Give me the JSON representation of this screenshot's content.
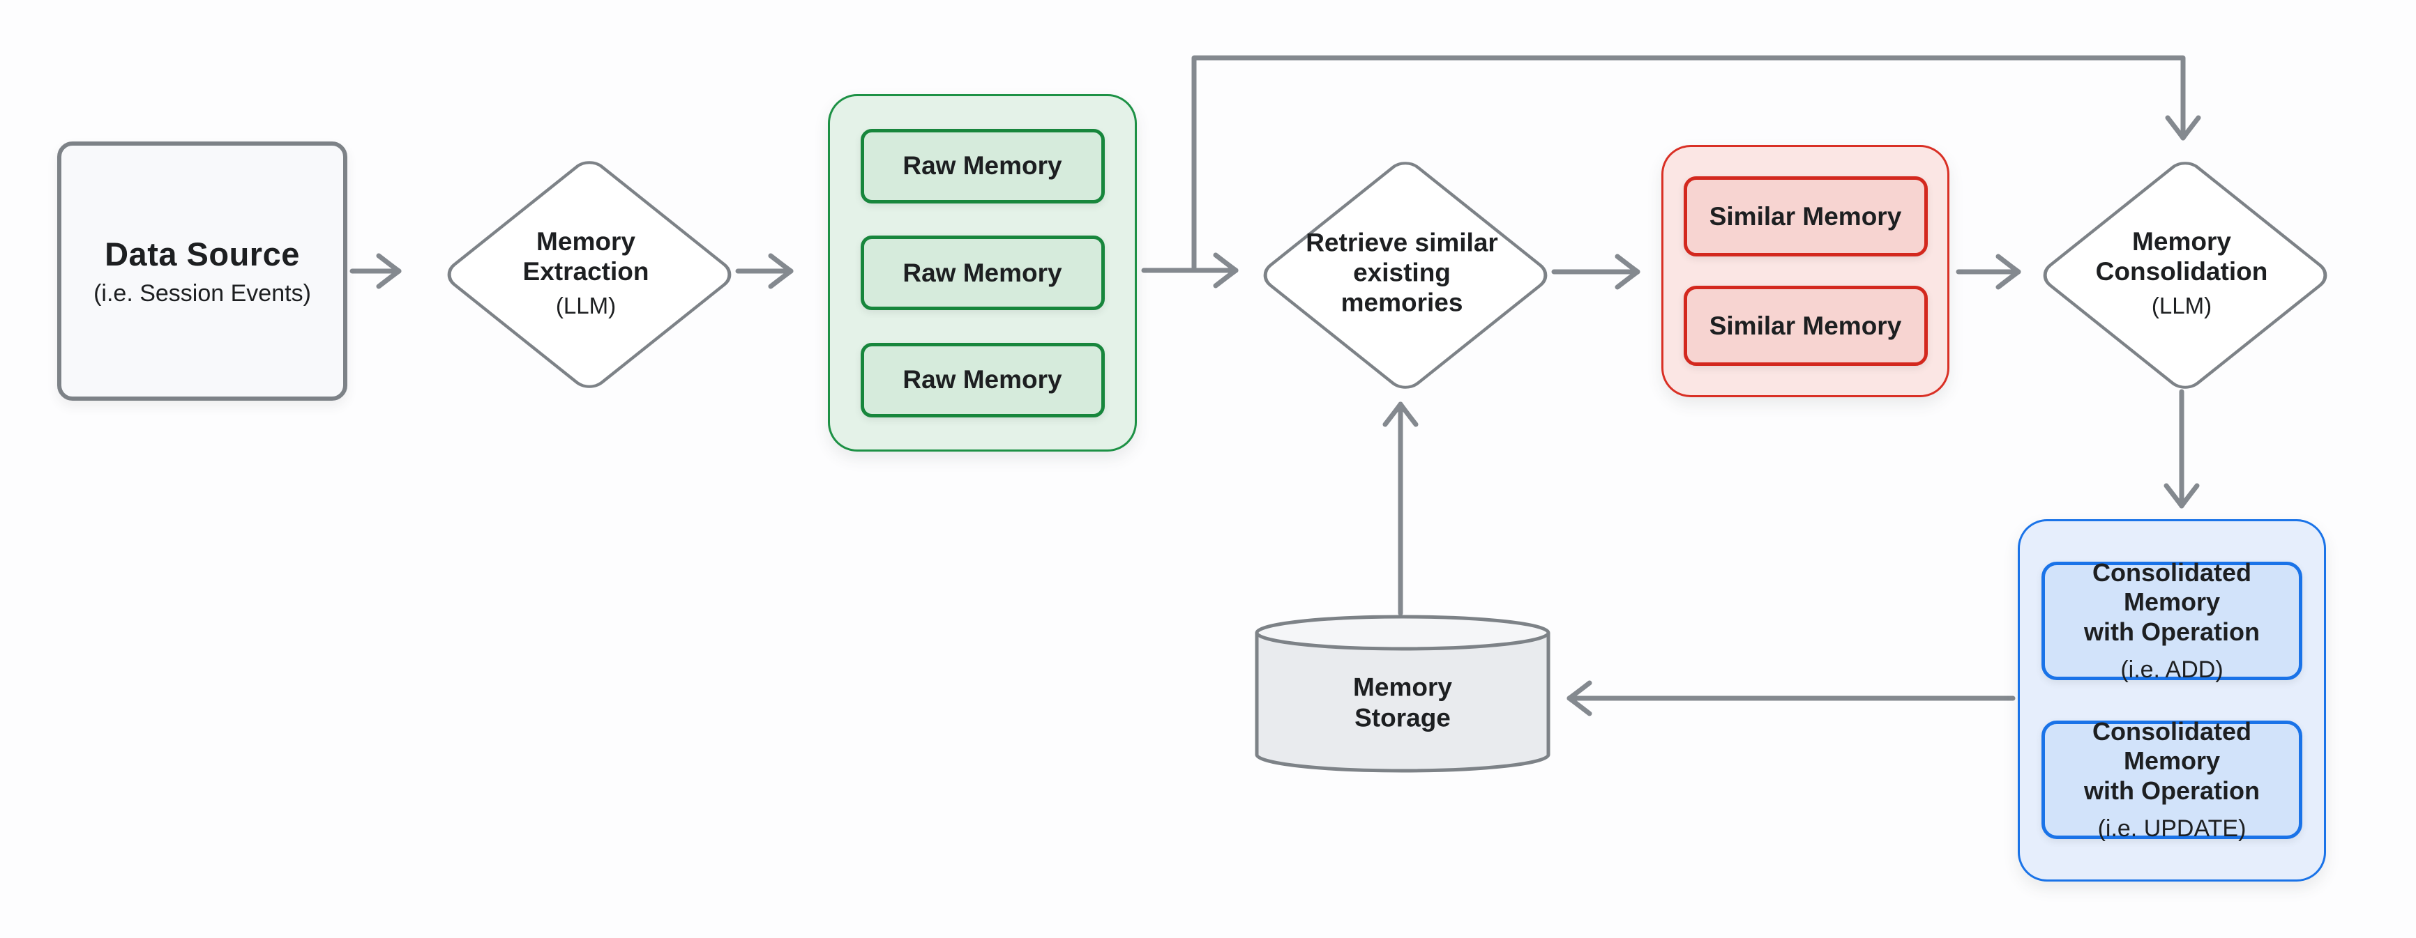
{
  "colors": {
    "arrow": "#84898f",
    "node_border": "#7d8287",
    "text": "#1d1f21",
    "canvas_bg": "#fdfdfe",
    "source_fill": "#f8f9fb",
    "diamond_fill": "#ffffff",
    "green_border": "#1d9145",
    "green_fill": "#e4f2e8",
    "green_item_border": "#17863c",
    "green_item_fill": "#d6ebdc",
    "red_border": "#d93025",
    "red_fill": "#fbe6e4",
    "red_item_border": "#d3281e",
    "red_item_fill": "#f7d4d1",
    "blue_border": "#1a73e8",
    "blue_fill": "#e6eefc",
    "blue_item_border": "#1a73e8",
    "blue_item_fill": "#d2e3fa",
    "storage_fill": "#e9ebee",
    "storage_top_fill": "#f5f6f8"
  },
  "nodes": {
    "data_source": {
      "title": "Data Source",
      "subtitle": "(i.e. Session Events)"
    },
    "memory_extraction": {
      "lines": [
        "Memory",
        "Extraction"
      ],
      "subtitle": "(LLM)"
    },
    "raw_memories": {
      "items": [
        "Raw Memory",
        "Raw Memory",
        "Raw Memory"
      ]
    },
    "retrieve_memories": {
      "lines": [
        "Retrieve similar",
        "existing",
        "memories"
      ]
    },
    "similar_memories": {
      "items": [
        "Similar Memory",
        "Similar Memory"
      ]
    },
    "memory_consolidation": {
      "lines": [
        "Memory",
        "Consolidation"
      ],
      "subtitle": "(LLM)"
    },
    "consolidated_memories": {
      "items": [
        {
          "lines": [
            "Consolidated Memory",
            "with Operation"
          ],
          "subtitle": "(i.e. ADD)"
        },
        {
          "lines": [
            "Consolidated Memory",
            "with Operation"
          ],
          "subtitle": "(i.e. UPDATE)"
        }
      ]
    },
    "memory_storage": {
      "lines": [
        "Memory",
        "Storage"
      ]
    }
  }
}
